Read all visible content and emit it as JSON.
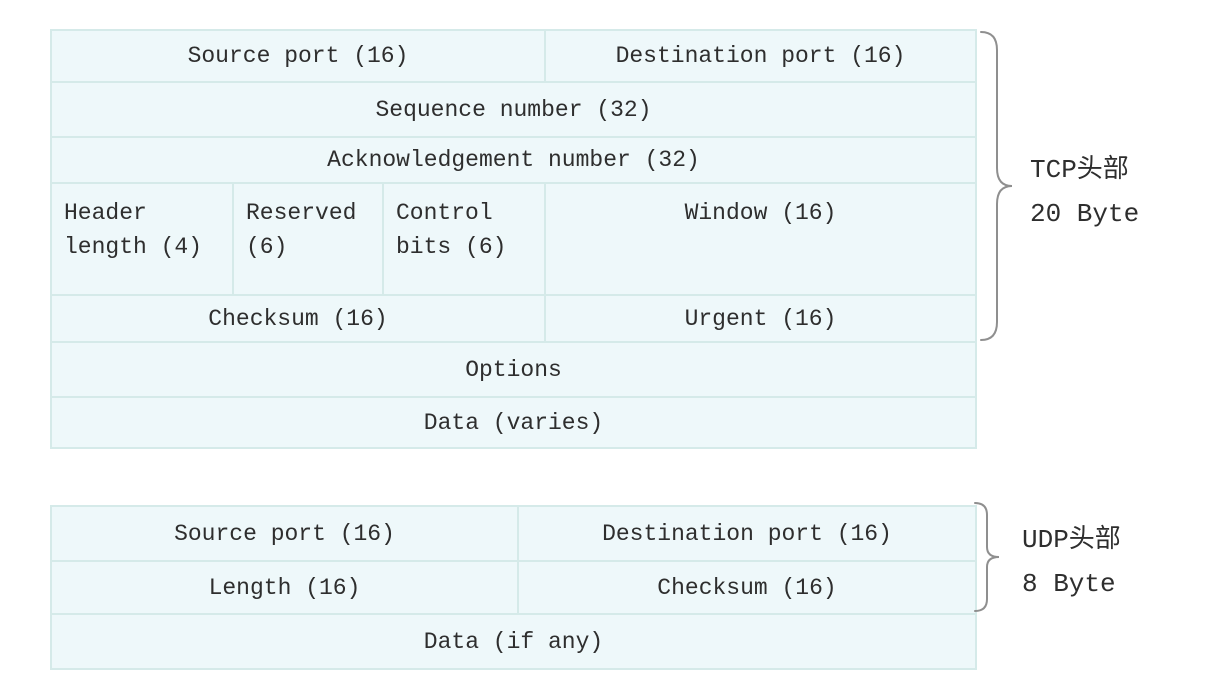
{
  "tcp": {
    "label": {
      "line1": "TCP头部",
      "line2": "20 Byte"
    },
    "rows": {
      "source_port": "Source port (16)",
      "destination_port": "Destination port (16)",
      "sequence_number": "Sequence number (32)",
      "acknowledgement_number": "Acknowledgement number (32)",
      "header_length": "Header length (4)",
      "reserved": "Reserved (6)",
      "control_bits": "Control bits (6)",
      "window": "Window (16)",
      "checksum": "Checksum (16)",
      "urgent": "Urgent (16)",
      "options": "Options",
      "data": "Data (varies)"
    }
  },
  "udp": {
    "label": {
      "line1": "UDP头部",
      "line2": "8 Byte"
    },
    "rows": {
      "source_port": "Source port (16)",
      "destination_port": "Destination port (16)",
      "length": "Length (16)",
      "checksum": "Checksum (16)",
      "data": "Data (if any)"
    }
  },
  "colors": {
    "cell_background": "#eef8fa",
    "grid_line": "#d5eae9",
    "text": "#2e2e2e",
    "brace": "#8f8f8f",
    "page_background": "#ffffff"
  }
}
